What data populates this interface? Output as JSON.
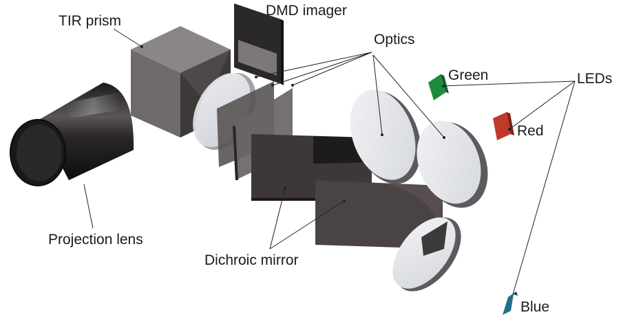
{
  "labels": {
    "tir_prism": "TIR prism",
    "dmd_imager": "DMD imager",
    "optics": "Optics",
    "green": "Green",
    "leds": "LEDs",
    "red": "Red",
    "blue": "Blue",
    "projection_lens": "Projection lens",
    "dichroic_mirror": "Dichroic mirror"
  },
  "colors": {
    "green_led": "#1e8a3c",
    "red_led": "#c0392b",
    "blue_led": "#1f6f86",
    "dark_component": "#3a3534",
    "lens_glass": "#e8eaee"
  }
}
